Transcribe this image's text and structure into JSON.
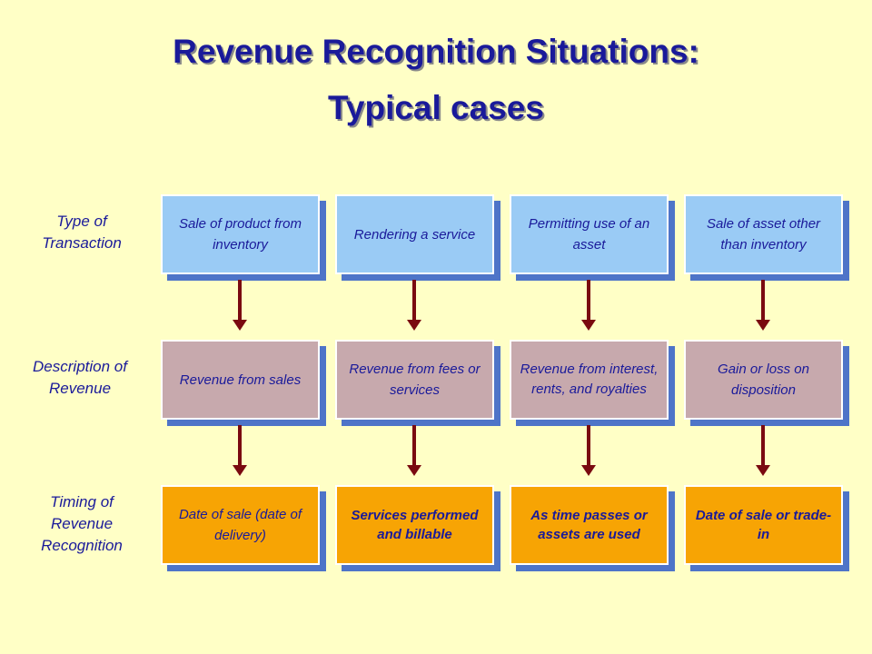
{
  "title": {
    "line1": "Revenue Recognition Situations:",
    "line2": "Typical cases"
  },
  "row_labels": [
    "Type of Transaction",
    "Description of Revenue",
    "Timing of Revenue Recognition"
  ],
  "columns": [
    {
      "transaction": "Sale of product from inventory",
      "description": "Revenue from sales",
      "timing": "Date of sale (date of delivery)"
    },
    {
      "transaction": "Rendering a service",
      "description": "Revenue from fees or services",
      "timing": "Services performed and billable"
    },
    {
      "transaction": "Permitting use of an asset",
      "description": "Revenue from interest, rents, and royalties",
      "timing": "As time passes or assets are used"
    },
    {
      "transaction": "Sale of asset other than inventory",
      "description": "Gain or loss on disposition",
      "timing": "Date of sale or trade-in"
    }
  ],
  "colors": {
    "background": "#ffffc6",
    "title": "#1a1a9a",
    "transaction_box": "#9acbf5",
    "description_box": "#c7a9ad",
    "timing_box": "#f7a404",
    "box_shadow": "#4e74c8",
    "arrow": "#7a0a10"
  }
}
